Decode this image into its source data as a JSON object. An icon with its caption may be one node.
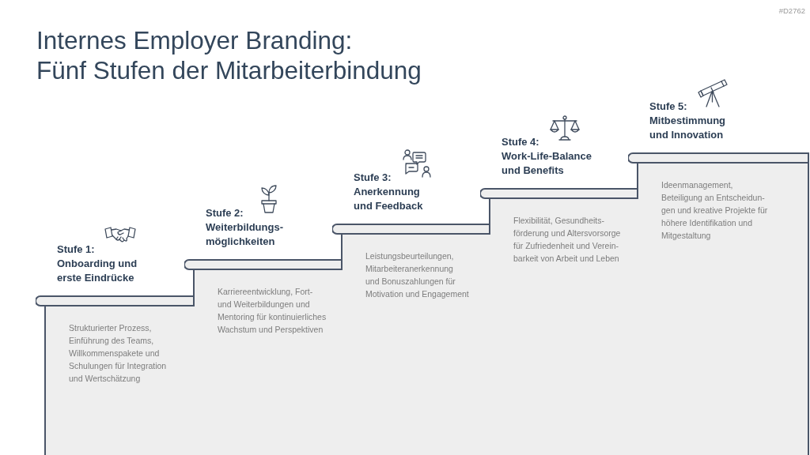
{
  "diagram": {
    "title": "Internes Employer Branding: Fünf Stufen der Mitarbeiterbindung",
    "nodes": [
      {
        "text": [
          "Stufe 1:",
          "Onboarding und erste Eindrücke",
          "Strukturierter Prozess, Einführung des Teams, Willkommenspakete und Schulungen für Integration und Wertschätzung"
        ]
      },
      {
        "text": [
          "Stufe 2:",
          "Weiterbildungs- möglichkeiten",
          "Karriereentwicklung, Fort- und Weiterbildungen und Mentoring für kontinuierliches Wachstum und Perspektiven"
        ]
      },
      {
        "text": [
          "Stufe 3:",
          "Anerkennung und Feedback",
          "Leistungsbeurteilungen, Mitarbeiteranerkennung und Bonuszahlungen für Motivation und Engagement"
        ]
      },
      {
        "text": [
          "Stufe 4:",
          "Work-Life-Balance und Benefits",
          "Flexibilität, Gesundheits- förderung und Altersvorsorge für Zufriedenheit und Verein- barkeit von Arbeit und Leben"
        ]
      },
      {
        "text": [
          "Stufe 5:",
          "Mitbestimmung und Innovation",
          "Ideenmanagement, Beteiligung an Entscheidun- gen und kreative Projekte für höhere Identifikation und Mitgestaltung"
        ]
      }
    ],
    "labels": [
      "#D2762"
    ]
  }
}
